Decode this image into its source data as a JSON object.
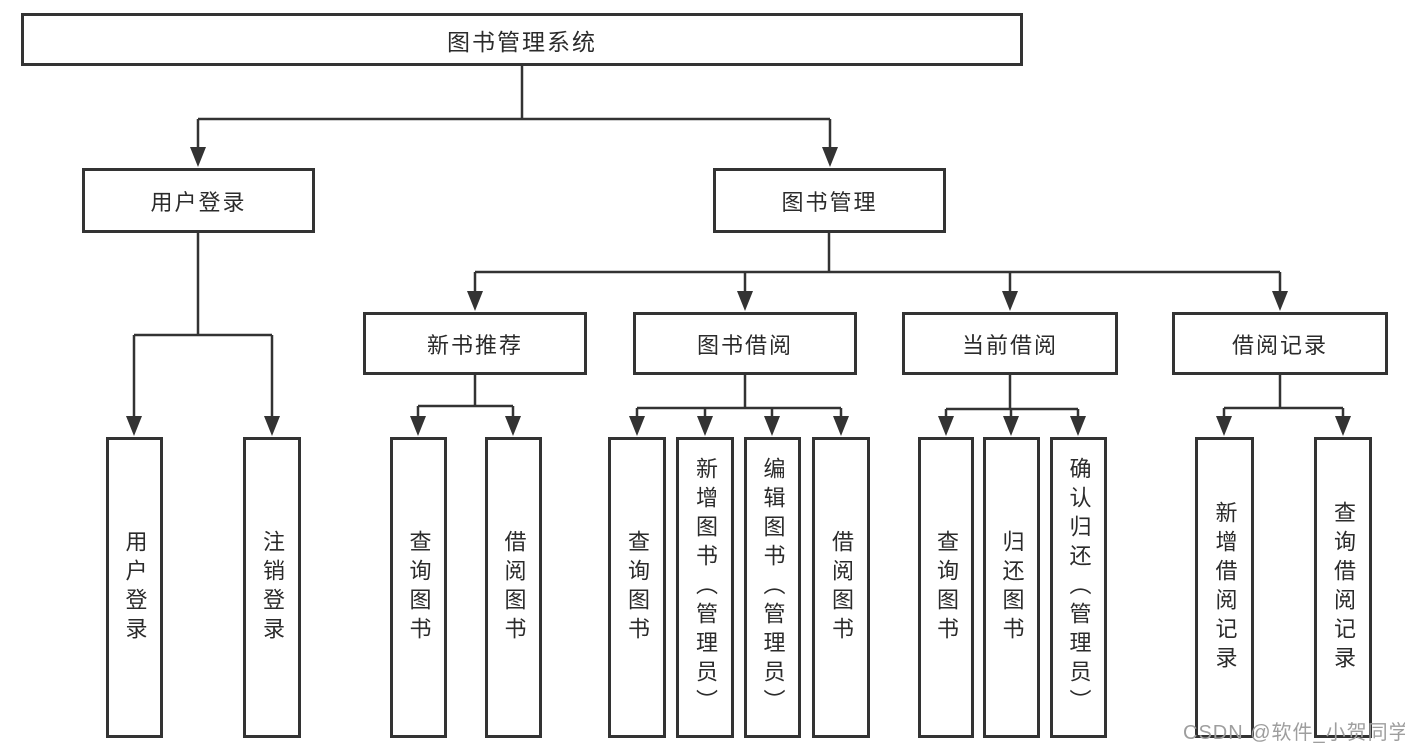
{
  "tree": {
    "root": {
      "label": "图书管理系统"
    },
    "branches": [
      {
        "label": "用户登录",
        "children": [
          {
            "label": "用户登录"
          },
          {
            "label": "注销登录"
          }
        ]
      },
      {
        "label": "图书管理",
        "children": [
          {
            "label": "新书推荐",
            "children": [
              {
                "label": "查询图书"
              },
              {
                "label": "借阅图书"
              }
            ]
          },
          {
            "label": "图书借阅",
            "children": [
              {
                "label": "查询图书"
              },
              {
                "label": "新增图书（管理员）"
              },
              {
                "label": "编辑图书（管理员）"
              },
              {
                "label": "借阅图书"
              }
            ]
          },
          {
            "label": "当前借阅",
            "children": [
              {
                "label": "查询图书"
              },
              {
                "label": "归还图书"
              },
              {
                "label": "确认归还（管理员）"
              }
            ]
          },
          {
            "label": "借阅记录",
            "children": [
              {
                "label": "新增借阅记录"
              },
              {
                "label": "查询借阅记录"
              }
            ]
          }
        ]
      }
    ]
  },
  "watermark": {
    "text": "CSDN @软件_小贺同学"
  },
  "colors": {
    "line": "#333333",
    "border": "#333333",
    "text": "#2b2b2b",
    "box_bg": "#ffffff",
    "background": "#ffffff",
    "watermark": "#9e9e9e"
  }
}
